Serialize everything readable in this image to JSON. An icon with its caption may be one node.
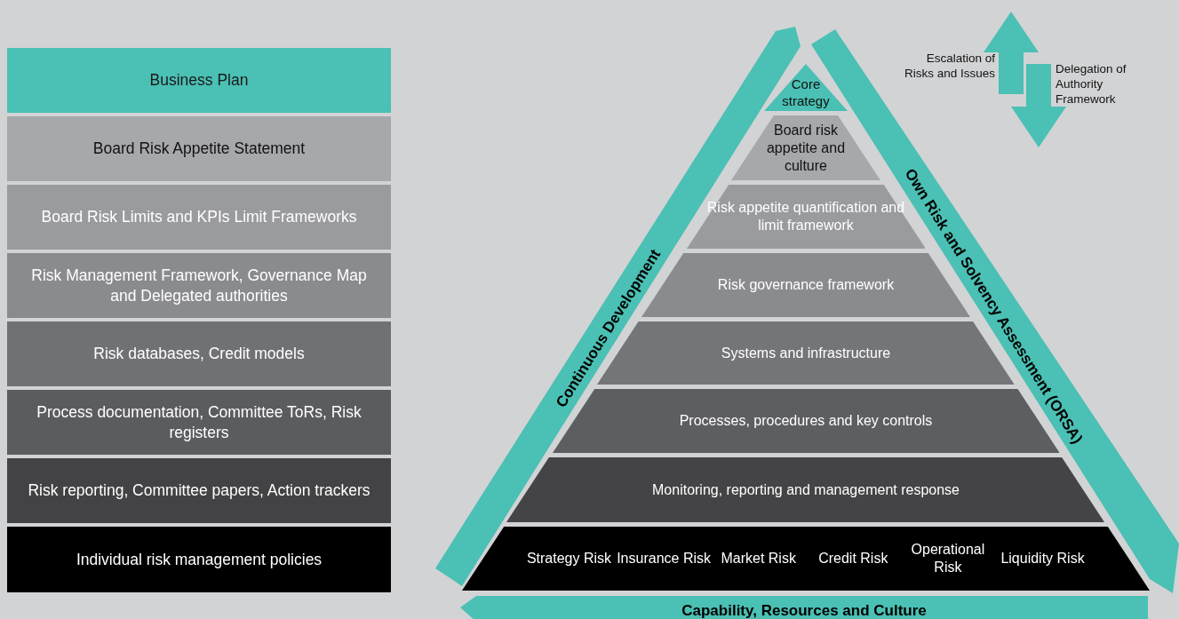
{
  "diagram": {
    "nodes": [
      {
        "text": [
          "Business Plan"
        ]
      },
      {
        "text": [
          "Board Risk Appetite Statement"
        ]
      },
      {
        "text": [
          "Board Risk Limits and KPIs Limit Frameworks"
        ]
      },
      {
        "text": [
          "Risk Management Framework, Governance Map and Delegated authorities"
        ]
      },
      {
        "text": [
          "Risk databases, Credit models"
        ]
      },
      {
        "text": [
          "Process documentation, Committee ToRs, Risk registers"
        ]
      },
      {
        "text": [
          "Risk reporting, Committee papers, Action trackers"
        ]
      },
      {
        "text": [
          "Individual risk management policies"
        ]
      },
      {
        "text": [
          "Core strategy"
        ]
      },
      {
        "text": [
          "Board risk appetite and culture"
        ]
      },
      {
        "text": [
          "Risk appetite quantification and limit framework"
        ]
      },
      {
        "text": [
          "Risk governance framework"
        ]
      },
      {
        "text": [
          "Systems and infrastructure"
        ]
      },
      {
        "text": [
          "Processes, procedures and key controls"
        ]
      },
      {
        "text": [
          "Monitoring, reporting and management response"
        ]
      },
      {
        "text": [
          "Strategy Risk",
          "Insurance Risk",
          "Market Risk",
          "Credit Risk",
          "Operational Risk",
          "Liquidity Risk"
        ]
      },
      {
        "text": [
          "Continuous Development"
        ]
      },
      {
        "text": [
          "Own Risk and Solvency Assessment (ORSA)"
        ]
      },
      {
        "text": [
          "Capability, Resources and Culture"
        ]
      }
    ],
    "labels": [
      "Escalation of Risks and Issues",
      "Delegation of Authority Framework"
    ]
  }
}
